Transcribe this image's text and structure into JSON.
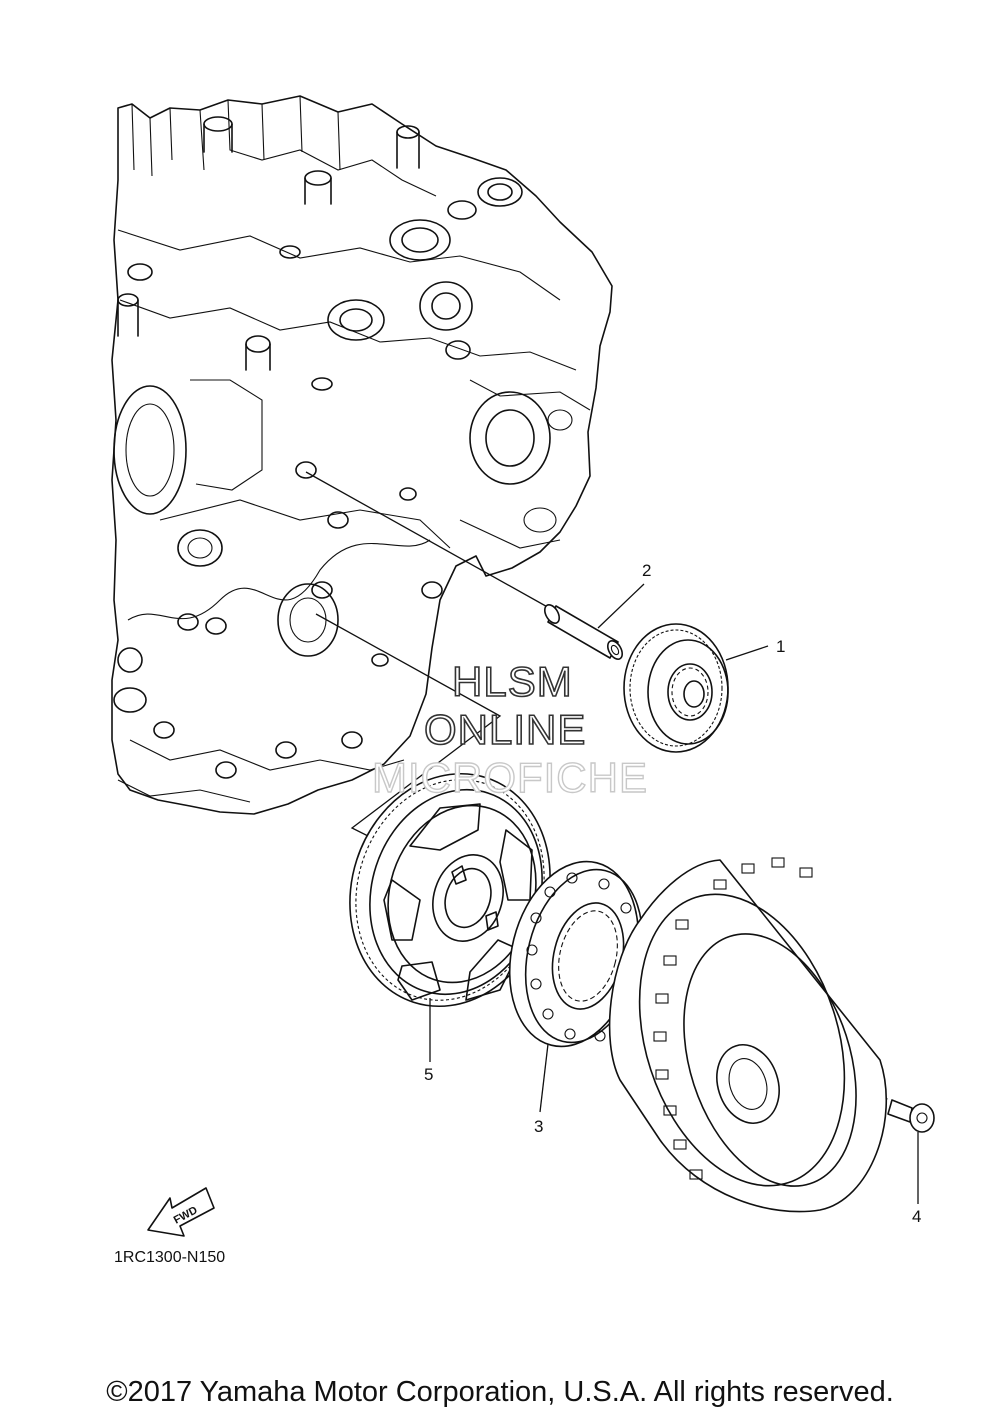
{
  "callouts": {
    "c1": "1",
    "c2": "2",
    "c3": "3",
    "c4": "4",
    "c5": "5"
  },
  "watermark": {
    "line1": "HLSM",
    "line2": "ONLINE",
    "line3": "MICROFICHE"
  },
  "fwd_label": "FWD",
  "diagram_code": "1RC1300-N150",
  "copyright": "©2017 Yamaha Motor Corporation, U.S.A. All rights reserved."
}
